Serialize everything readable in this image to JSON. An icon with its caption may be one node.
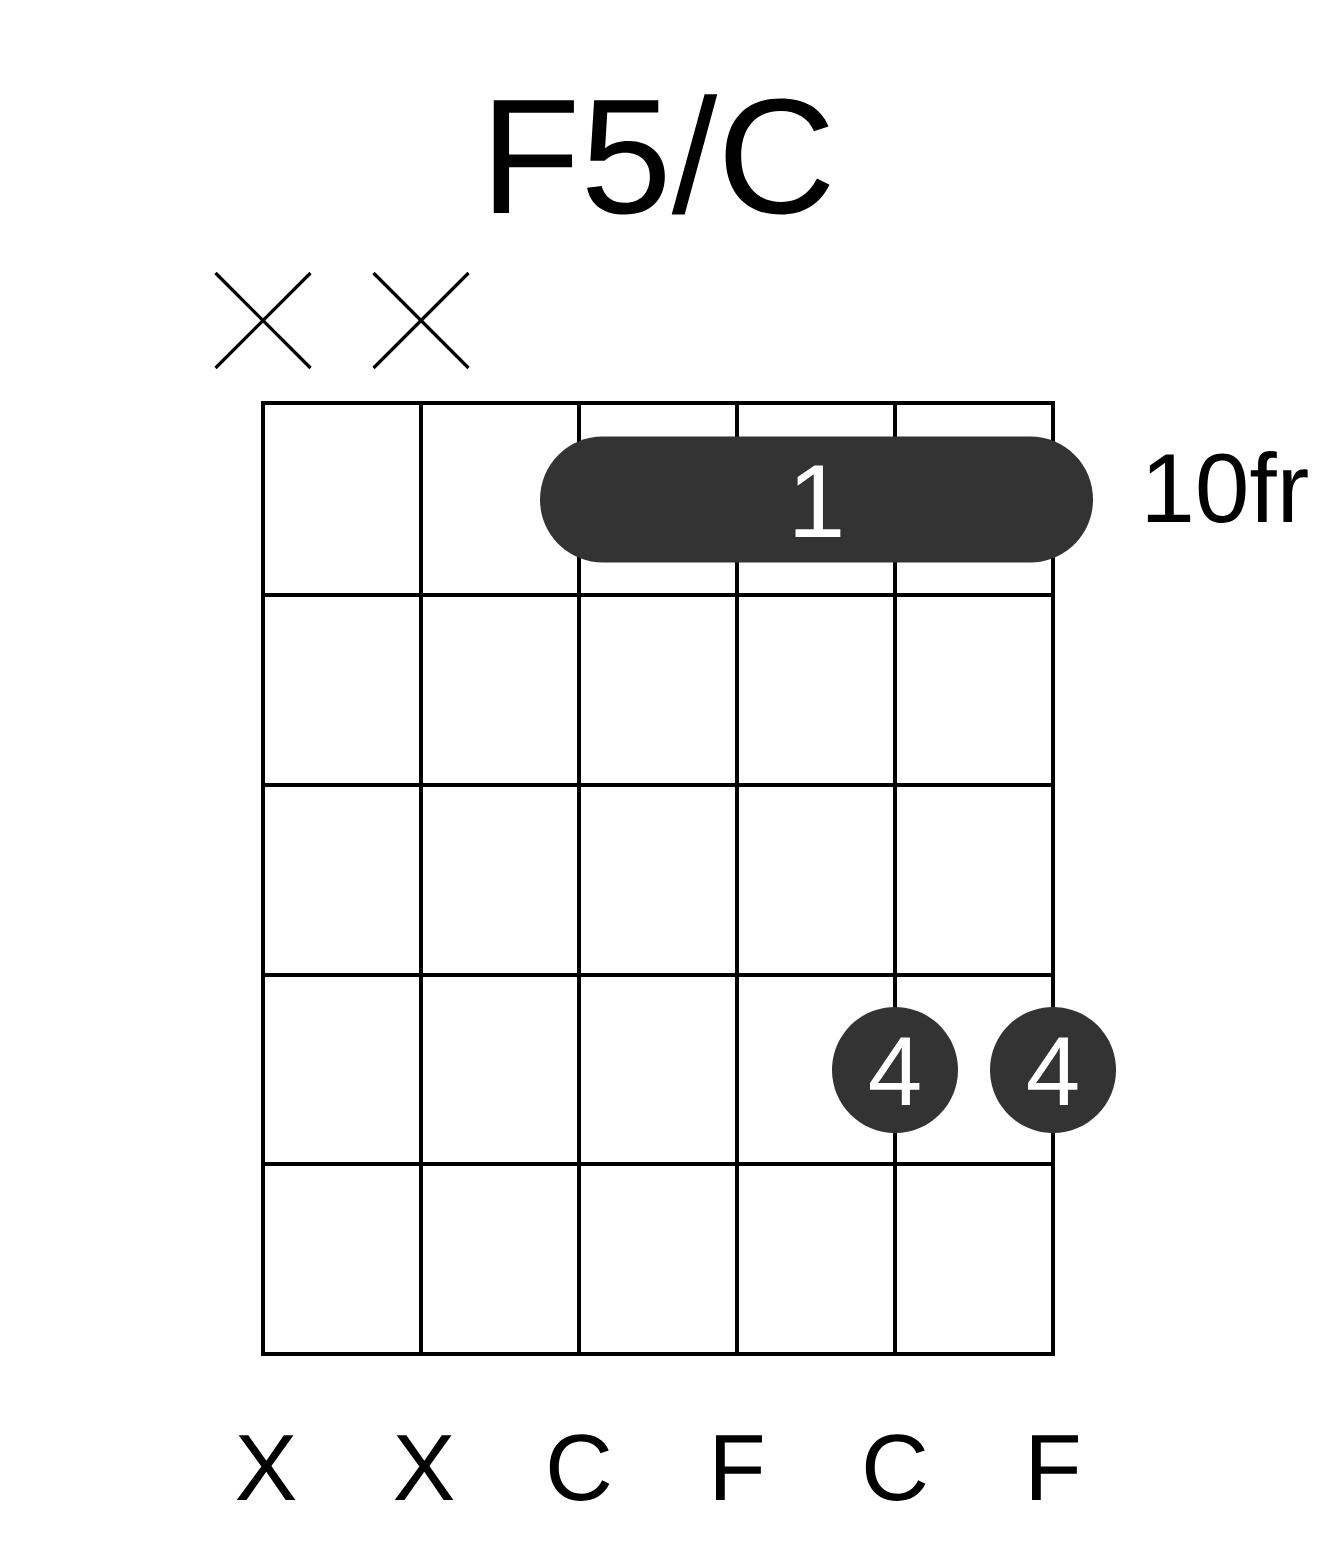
{
  "diagram": {
    "title": "F5/C",
    "nodes": [
      {
        "text": [
          "1"
        ]
      },
      {
        "text": [
          "4"
        ]
      },
      {
        "text": [
          "4"
        ]
      }
    ],
    "labels": [
      "10fr",
      "X",
      "X",
      "C",
      "F",
      "C",
      "F"
    ]
  }
}
